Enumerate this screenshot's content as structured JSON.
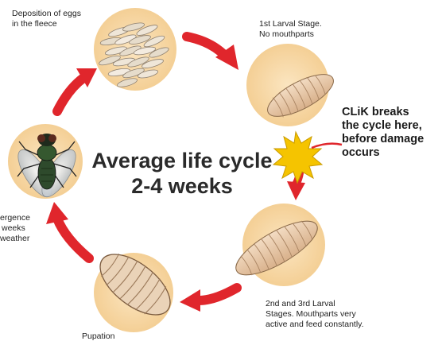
{
  "title_line1": "Average life cycle",
  "title_line2": "2-4 weeks",
  "stages": {
    "eggs": {
      "line1": "Deposition of eggs",
      "line2": "in the fleece",
      "icon": "eggs-icon"
    },
    "larva1": {
      "line1": "1st Larval Stage.",
      "line2": "No mouthparts",
      "icon": "larva-icon"
    },
    "larva23": {
      "line1": "2nd and 3rd Larval",
      "line2": "Stages. Mouthparts very",
      "line3": "active and feed constantly.",
      "icon": "larva-icon"
    },
    "pupation": {
      "line1": "Pupation",
      "icon": "pupa-icon"
    },
    "emergence": {
      "line1": "ergence",
      "line2": "weeks",
      "line3": "weather",
      "icon": "fly-icon"
    }
  },
  "callout": {
    "line1": "CLiK breaks",
    "line2": "the cycle here,",
    "line3": "before damage",
    "line4": "occurs",
    "icon": "starburst-icon"
  },
  "colors": {
    "arrow": "#e0262c",
    "disc": "#f8d8a8",
    "larva": "#e9c9a8",
    "larva_outline": "#8a6a4a",
    "burst": "#f5c400",
    "fly_body": "#2e4a2c"
  }
}
